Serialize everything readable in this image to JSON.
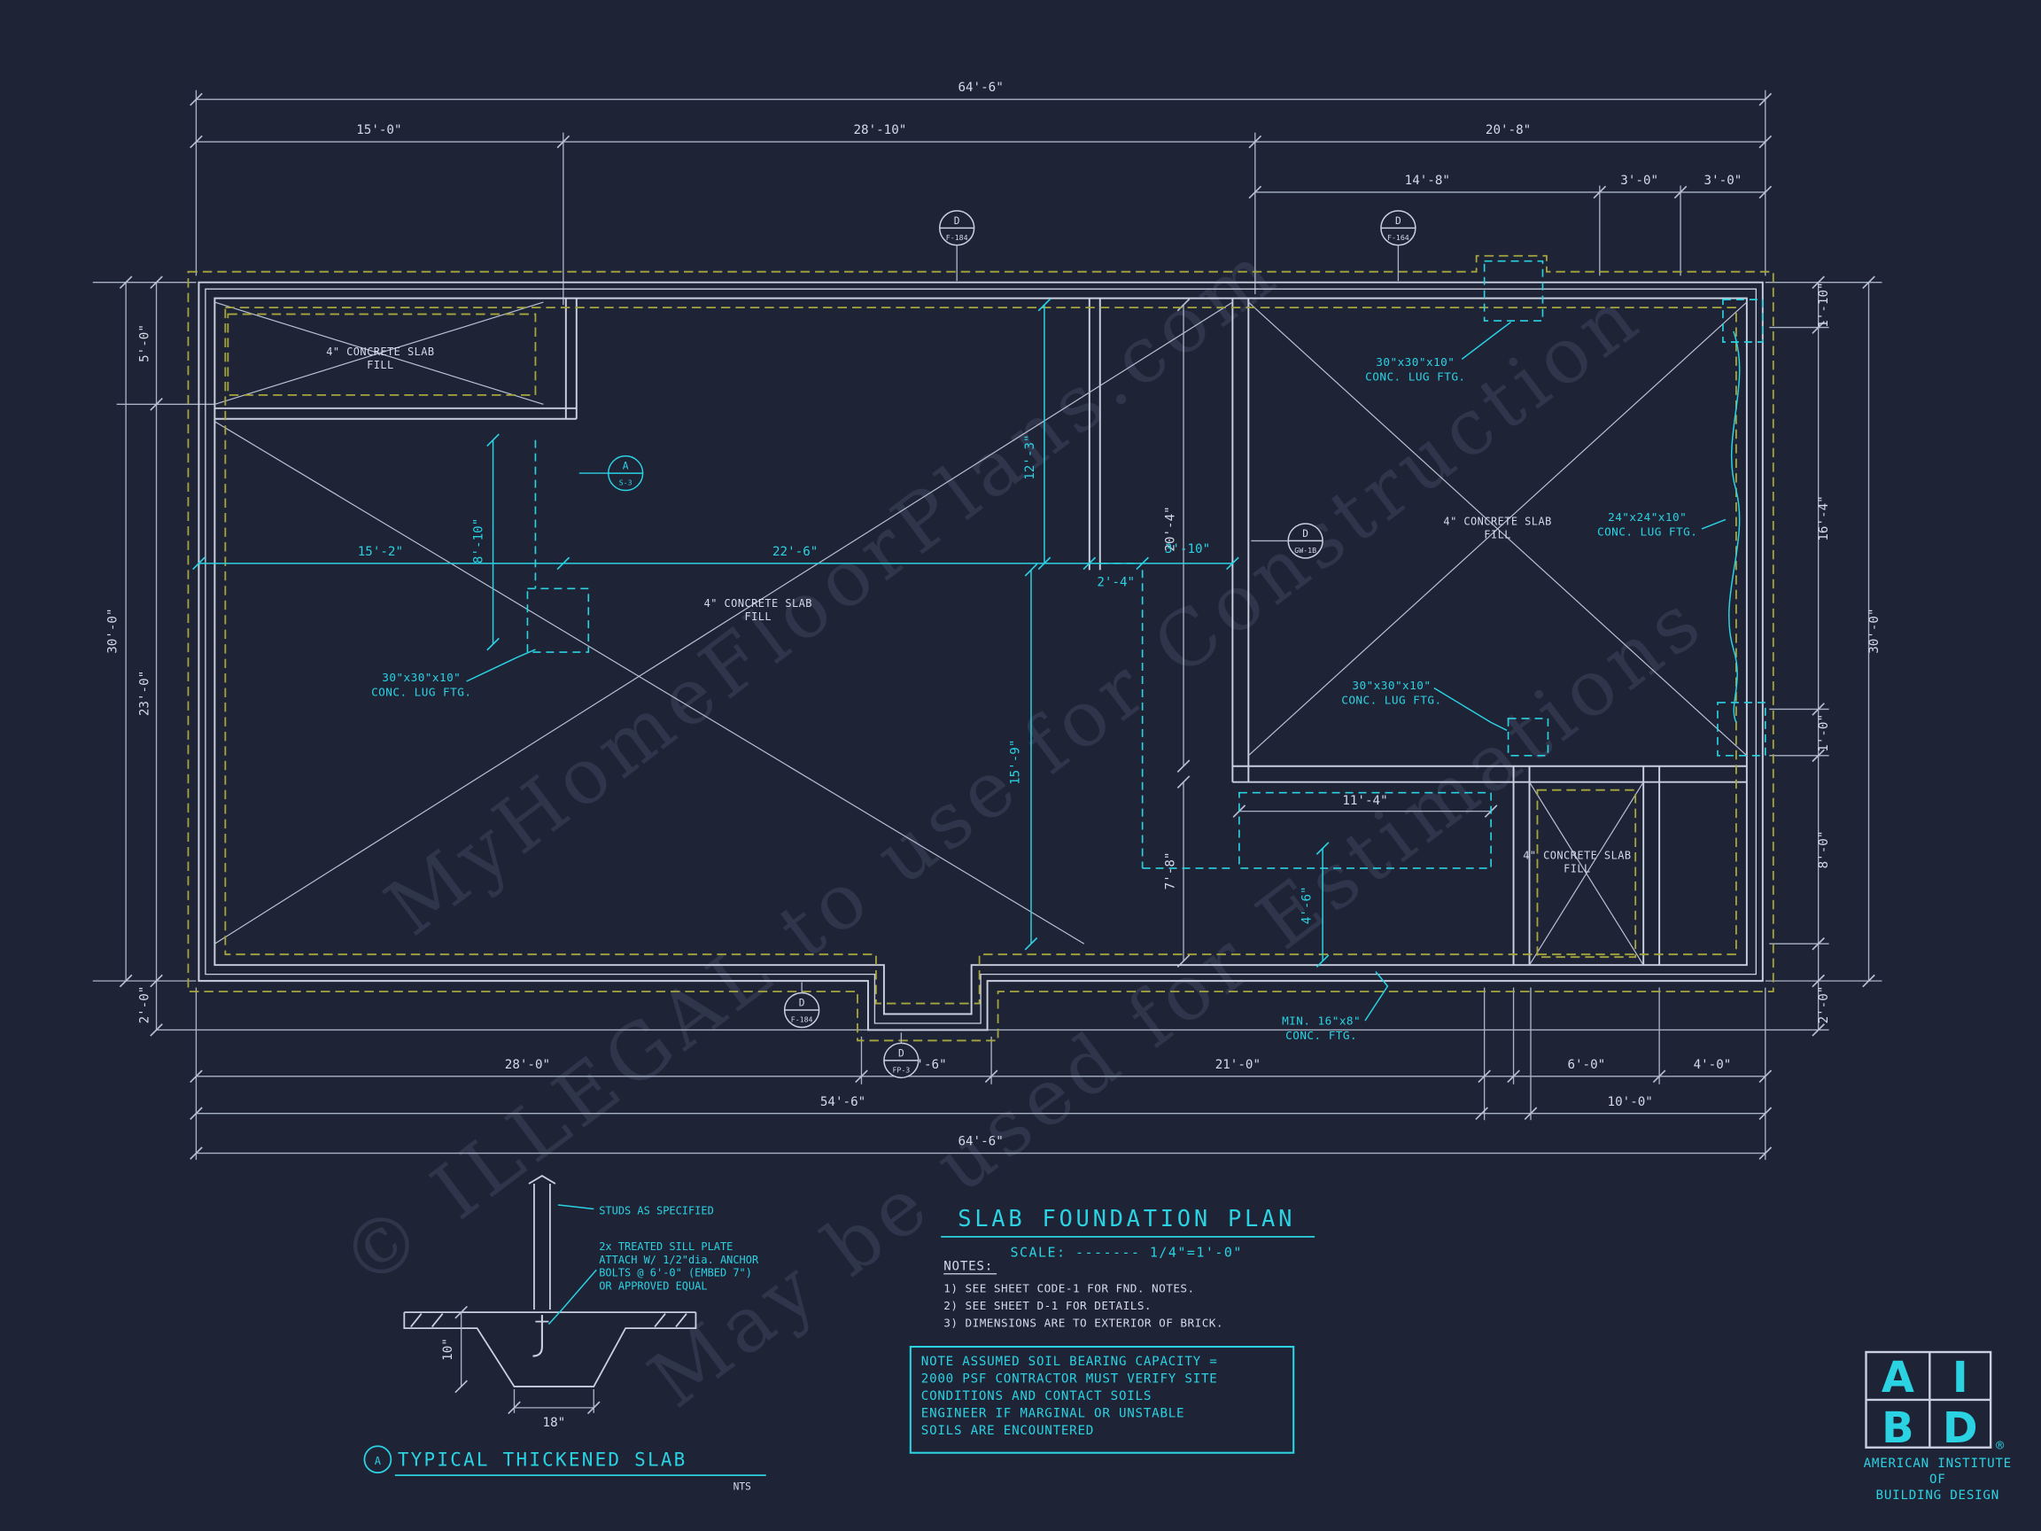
{
  "plan": {
    "dims": {
      "overall_top": "64'-6\"",
      "top_a": "15'-0\"",
      "top_b": "28'-10\"",
      "top_c": "20'-8\"",
      "top_sub_a": "14'-8\"",
      "top_sub_b": "3'-0\"",
      "top_sub_c": "3'-0\"",
      "left_a": "5'-0\"",
      "left_b": "23'-0\"",
      "left_c": "2'-0\"",
      "left_overall": "30'-0\"",
      "right_a": "1'-10\"",
      "right_b": "16'-4\"",
      "right_c": "1'-0\"",
      "right_d": "8'-0\"",
      "right_e": "2'-0\"",
      "right_overall": "30'-0\"",
      "bottom_a": "28'-0\"",
      "bottom_b": "5'-6\"",
      "bottom_c": "21'-0\"",
      "bottom_d": "6'-0\"",
      "bottom_e": "4'-0\"",
      "bottom_sub_a": "54'-6\"",
      "bottom_sub_b": "10'-0\"",
      "overall_bottom": "64'-6\"",
      "int_a": "15'-2\"",
      "int_b": "22'-6\"",
      "int_c": "8'-10\"",
      "int_d": "12'-3\"",
      "int_e": "20'-4\"",
      "int_f": "3'-10\"",
      "int_g": "2'-4\"",
      "int_h": "15'-9\"",
      "int_i": "7'-8\"",
      "int_j": "11'-4\"",
      "int_k": "4'-6\""
    },
    "labels": {
      "slab_fill_line1": "4\" CONCRETE SLAB",
      "slab_fill_line2": "FILL",
      "lug30_line1": "30\"x30\"x10\"",
      "lug24_line1": "24\"x24\"x10\"",
      "lug_line2": "CONC. LUG FTG.",
      "min_ftg_line1": "MIN. 16\"x8\"",
      "min_ftg_line2": "CONC. FTG."
    },
    "markers": {
      "m1": {
        "letter": "D",
        "ref": "F-184"
      },
      "m2": {
        "letter": "D",
        "ref": "F-164"
      },
      "m3": {
        "letter": "A",
        "ref": "S-3"
      },
      "m4": {
        "letter": "D",
        "ref": "GW-1B"
      },
      "m5": {
        "letter": "D",
        "ref": "F-184"
      },
      "m6": {
        "letter": "D",
        "ref": "FP-3"
      }
    }
  },
  "title_block": {
    "title": "SLAB FOUNDATION PLAN",
    "scale": "SCALE: ------- 1/4\"=1'-0\"",
    "notes_heading": "NOTES:",
    "note_1": "1)  SEE SHEET CODE-1 FOR FND. NOTES.",
    "note_2": "2)  SEE SHEET D-1 FOR DETAILS.",
    "note_3": "3)  DIMENSIONS ARE TO EXTERIOR OF BRICK.",
    "soil_note_1": "NOTE ASSUMED SOIL BEARING CAPACITY =",
    "soil_note_2": "2000 PSF CONTRACTOR MUST VERIFY SITE",
    "soil_note_3": "CONDITIONS AND CONTACT SOILS",
    "soil_note_4": "ENGINEER IF MARGINAL OR UNSTABLE",
    "soil_note_5": "SOILS ARE ENCOUNTERED"
  },
  "detail": {
    "callout_studs": "STUDS AS SPECIFIED",
    "callout_sill_1": "2x  TREATED SILL PLATE",
    "callout_sill_2": "ATTACH W/ 1/2\"dia. ANCHOR",
    "callout_sill_3": "BOLTS @ 6'-0\" (EMBED 7\")",
    "callout_sill_4": "OR APPROVED EQUAL",
    "dim_depth": "10\"",
    "dim_width": "18\"",
    "marker_letter": "A",
    "title": "TYPICAL THICKENED SLAB",
    "scale": "NTS"
  },
  "logo": {
    "letter_a": "A",
    "letter_i": "I",
    "letter_b": "B",
    "letter_d": "D",
    "registered": "®",
    "org_line_1": "AMERICAN INSTITUTE",
    "org_line_2": "OF",
    "org_line_3": "BUILDING DESIGN"
  },
  "watermark": {
    "line_1": "MyHomeFloorPlans.com",
    "line_2": "© ILLEGAL to use for Construction",
    "line_3": "May be used for Estimations"
  },
  "colors": {
    "background": "#1e2336",
    "line_white": "#c9d0df",
    "cyan": "#2bd2e2",
    "yellow": "#a6a63e"
  }
}
